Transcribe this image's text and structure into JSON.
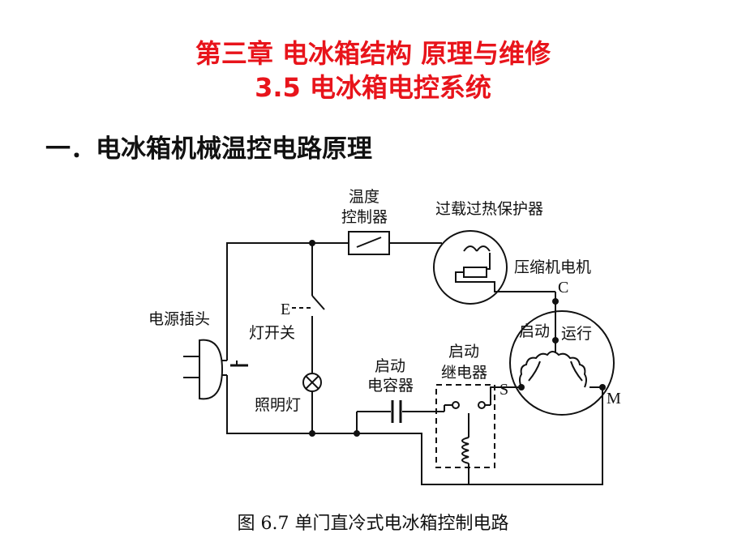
{
  "header": {
    "chapter_title": "第三章  电冰箱结构  原理与维修",
    "section_title": "3.5     电冰箱电控系统"
  },
  "section_heading": "一．电冰箱机械温控电路原理",
  "diagram": {
    "labels": {
      "temp_controller_line1": "温度",
      "temp_controller_line2": "控制器",
      "overload_protector": "过载过热保护器",
      "compressor_motor": "压缩机电机",
      "terminal_c": "C",
      "start_winding": "启动",
      "run_winding": "运行",
      "terminal_s": "S",
      "terminal_m": "M",
      "power_plug": "电源插头",
      "light_switch": "灯开关",
      "light_switch_contact": "E",
      "lamp": "照明灯",
      "start_capacitor_line1": "启动",
      "start_capacitor_line2": "电容器",
      "start_relay_line1": "启动",
      "start_relay_line2": "继电器"
    }
  },
  "caption": "图 6.7    单门直冷式电冰箱控制电路"
}
